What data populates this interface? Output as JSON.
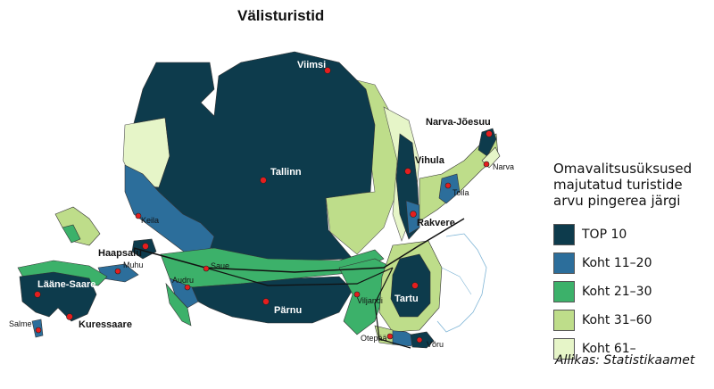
{
  "map": {
    "title": "Välisturistid",
    "places": [
      {
        "name": "Viimsi",
        "bold": true,
        "label_color": "#ffffff"
      },
      {
        "name": "Tallinn",
        "bold": true,
        "label_color": "#ffffff"
      },
      {
        "name": "Narva-Jõesuu",
        "bold": true,
        "label_color": "#111111"
      },
      {
        "name": "Vihula",
        "bold": true,
        "label_color": "#111111"
      },
      {
        "name": "Narva",
        "bold": false,
        "label_color": "#111111"
      },
      {
        "name": "Toila",
        "bold": false,
        "label_color": "#111111"
      },
      {
        "name": "Rakvere",
        "bold": true,
        "label_color": "#111111"
      },
      {
        "name": "Keila",
        "bold": false,
        "label_color": "#111111"
      },
      {
        "name": "Haapsalu",
        "bold": true,
        "label_color": "#111111"
      },
      {
        "name": "Muhu",
        "bold": false,
        "label_color": "#111111"
      },
      {
        "name": "Saue",
        "bold": false,
        "label_color": "#111111"
      },
      {
        "name": "Audru",
        "bold": false,
        "label_color": "#111111"
      },
      {
        "name": "Lääne-Saare",
        "bold": true,
        "label_color": "#ffffff"
      },
      {
        "name": "Kuressaare",
        "bold": true,
        "label_color": "#111111"
      },
      {
        "name": "Salme",
        "bold": false,
        "label_color": "#111111"
      },
      {
        "name": "Pärnu",
        "bold": true,
        "label_color": "#ffffff"
      },
      {
        "name": "Viljandi",
        "bold": false,
        "label_color": "#111111"
      },
      {
        "name": "Tartu",
        "bold": true,
        "label_color": "#ffffff"
      },
      {
        "name": "Otepää",
        "bold": false,
        "label_color": "#111111"
      },
      {
        "name": "Võru",
        "bold": false,
        "label_color": "#111111"
      }
    ],
    "colors": {
      "top10": "#0d3b4c",
      "rank11_20": "#2c6e9b",
      "rank21_30": "#3cb16a",
      "rank31_60": "#bedd8a",
      "rank61": "#e6f5c8",
      "marker": "#e41e1e",
      "river": "#7fb5d6"
    }
  },
  "legend": {
    "title_lines": [
      "Omavalitsusüksused",
      "majutatud turistide",
      "arvu pingerea järgi"
    ],
    "items": [
      {
        "label": "TOP 10",
        "color": "#0d3b4c"
      },
      {
        "label": "Koht 11–20",
        "color": "#2c6e9b"
      },
      {
        "label": "Koht 21–30",
        "color": "#3cb16a"
      },
      {
        "label": "Koht 31–60",
        "color": "#bedd8a"
      },
      {
        "label": "Koht 61–",
        "color": "#e6f5c8"
      }
    ]
  },
  "source": "Allikas: Statistikaamet"
}
